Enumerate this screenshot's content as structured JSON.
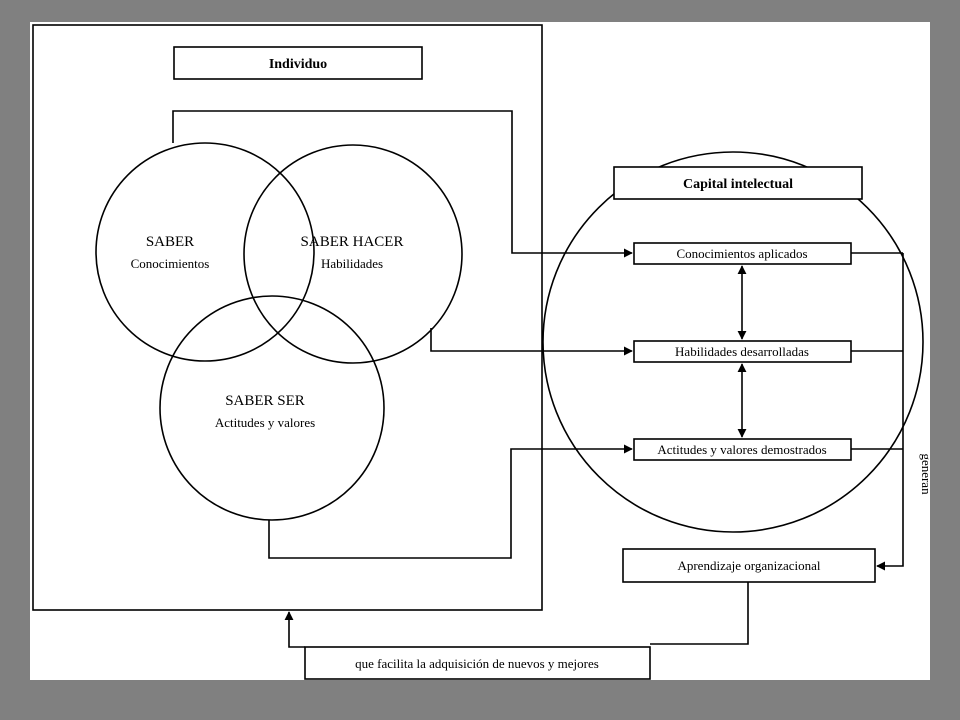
{
  "individuo": {
    "title": "Individuo"
  },
  "circles": {
    "saber": {
      "title": "SABER",
      "subtitle": "Conocimientos"
    },
    "saber_hacer": {
      "title": "SABER HACER",
      "subtitle": "Habilidades"
    },
    "saber_ser": {
      "title": "SABER SER",
      "subtitle": "Actitudes y valores"
    }
  },
  "capital": {
    "title": "Capital intelectual",
    "items": [
      "Conocimientos aplicados",
      "Habilidades desarrolladas",
      "Actitudes y valores demostrados"
    ]
  },
  "aprendizaje": "Aprendizaje organizacional",
  "generan": "generan",
  "facilita": "que facilita la adquisición de nuevos y mejores"
}
